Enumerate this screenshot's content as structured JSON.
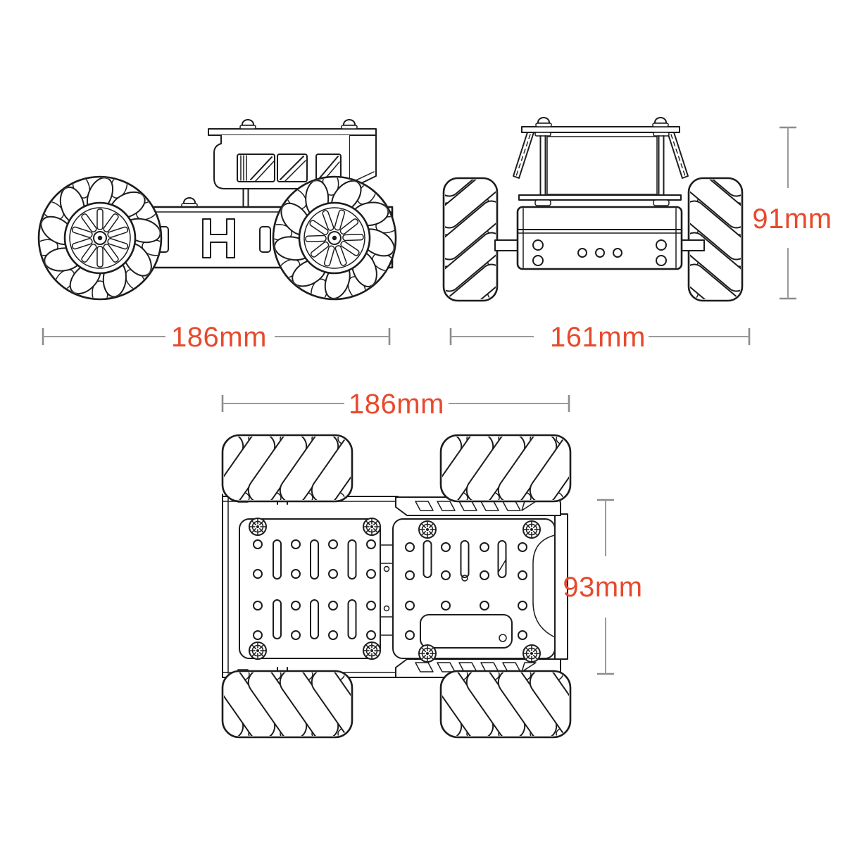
{
  "page": {
    "background": "#FFFFFF"
  },
  "style": {
    "accent_color": "#E8492C",
    "dimension_line_color": "#9B9B9B",
    "line_art_color": "#1C1C1C"
  },
  "views": {
    "side": {
      "width": "186mm"
    },
    "front": {
      "width": "161mm",
      "height": "91mm"
    },
    "top": {
      "width": "186mm",
      "height": "93mm"
    }
  }
}
